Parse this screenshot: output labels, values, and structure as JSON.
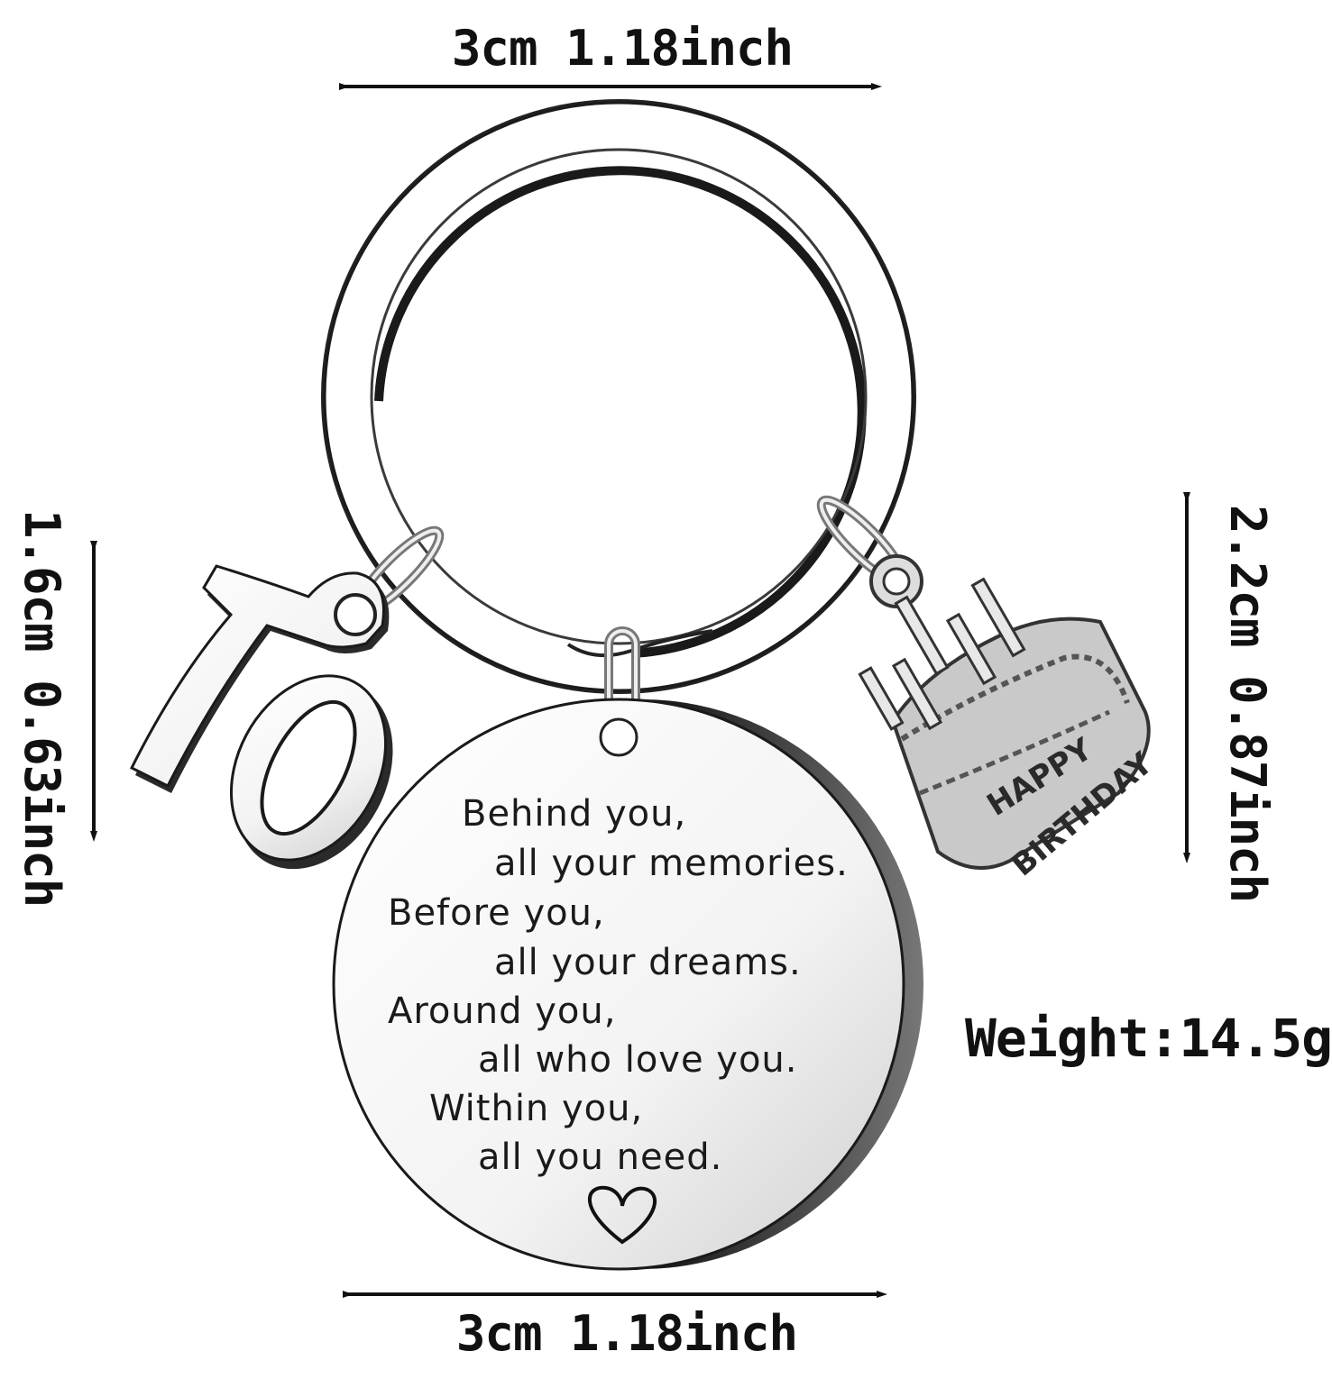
{
  "dimensions": {
    "top_width": "3cm 1.18inch",
    "bottom_width": "3cm 1.18inch",
    "left_height": "1.6cm 0.63inch",
    "right_height": "2.2cm 0.87inch",
    "weight": "Weight:14.5g"
  },
  "pendant": {
    "lines": [
      "Behind you,",
      "all your memories.",
      "Before you,",
      "all your dreams.",
      "Around you,",
      "all who love you.",
      "Within you,",
      "all you need."
    ]
  },
  "number_charm": {
    "value": "70"
  },
  "cake_charm": {
    "line1": "HAPPY",
    "line2": "BIRTHDAY"
  },
  "colors": {
    "ink": "#111111",
    "metal_light": "#f4f4f4",
    "metal_dark": "#2a2a2a"
  },
  "icons": [
    "heart-icon",
    "birthday-cake-icon",
    "double-arrow-icon"
  ]
}
